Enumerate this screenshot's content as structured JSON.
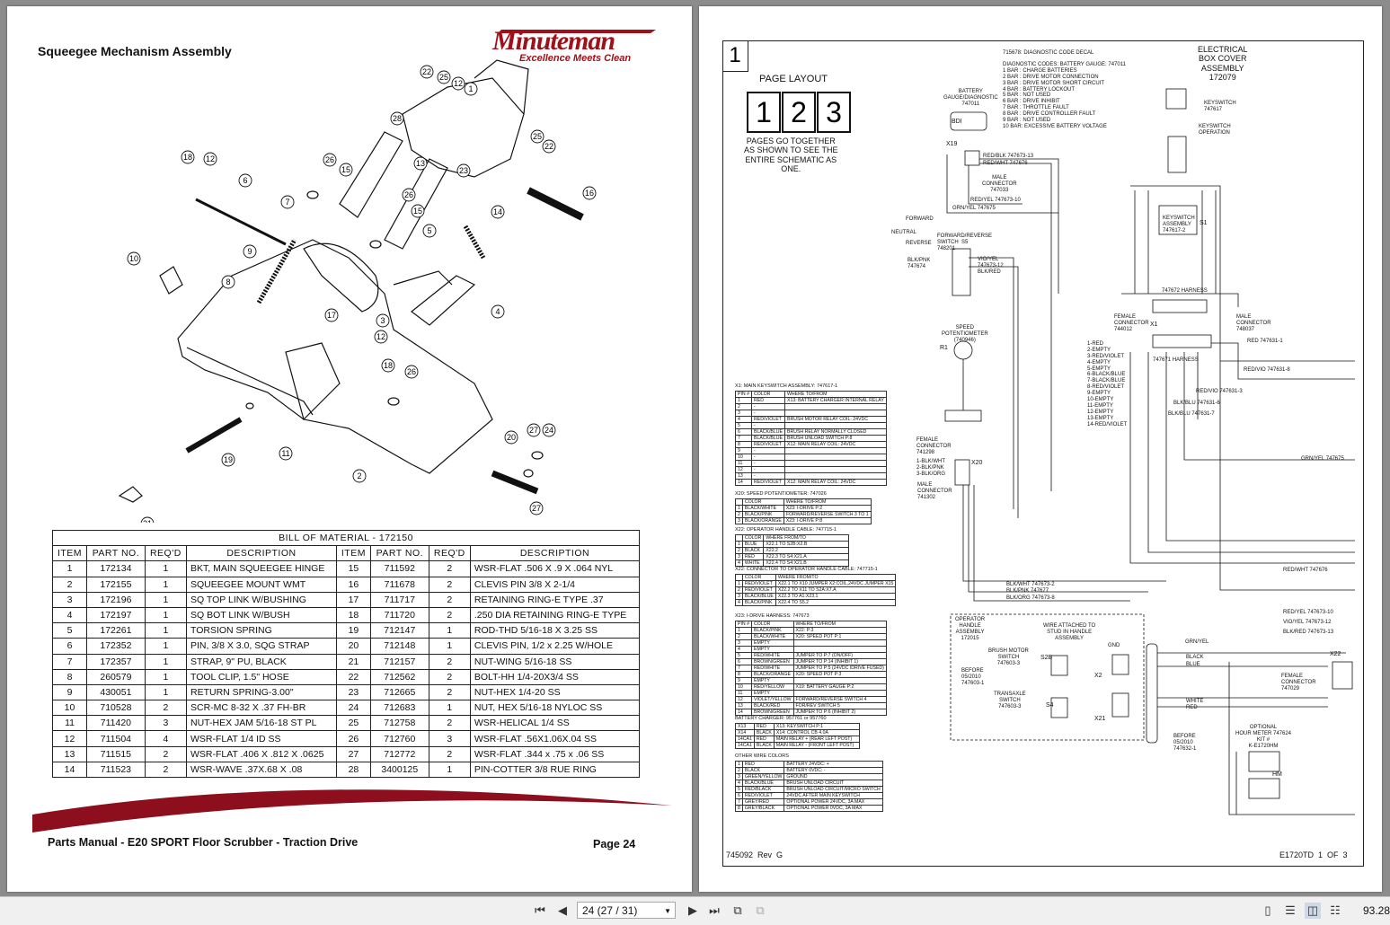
{
  "left_page": {
    "section_title": "Squeegee Mechanism Assembly",
    "logo": {
      "name": "Minuteman",
      "tagline": "Excellence Meets Clean"
    },
    "diagram_callouts": [
      "22",
      "25",
      "12",
      "1",
      "28",
      "13",
      "23",
      "25",
      "22",
      "16",
      "14",
      "26",
      "15",
      "7",
      "15",
      "26",
      "5",
      "18",
      "12",
      "6",
      "9",
      "10",
      "8",
      "17",
      "12",
      "4",
      "18",
      "26",
      "11",
      "19",
      "2",
      "20",
      "27",
      "24",
      "27",
      "21",
      "3"
    ],
    "bom": {
      "title": "BILL OF MATERIAL - 172150",
      "headers": [
        "ITEM",
        "PART NO.",
        "REQ'D",
        "DESCRIPTION",
        "ITEM",
        "PART NO.",
        "REQ'D",
        "DESCRIPTION"
      ],
      "rows": [
        [
          "1",
          "172134",
          "1",
          "BKT, MAIN SQUEEGEE HINGE",
          "15",
          "711592",
          "2",
          "WSR-FLAT .506 X .9 X .064 NYL"
        ],
        [
          "2",
          "172155",
          "1",
          "SQUEEGEE MOUNT WMT",
          "16",
          "711678",
          "2",
          "CLEVIS PIN 3/8 X 2-1/4"
        ],
        [
          "3",
          "172196",
          "1",
          "SQ TOP LINK W/BUSHING",
          "17",
          "711717",
          "2",
          "RETAINING RING-E TYPE .37"
        ],
        [
          "4",
          "172197",
          "1",
          "SQ BOT LINK W/BUSH",
          "18",
          "711720",
          "2",
          ".250 DIA RETAINING RING-E TYPE"
        ],
        [
          "5",
          "172261",
          "1",
          "TORSION SPRING",
          "19",
          "712147",
          "1",
          "ROD-THD 5/16-18 X 3.25 SS"
        ],
        [
          "6",
          "172352",
          "1",
          "PIN, 3/8 X 3.0, SQG STRAP",
          "20",
          "712148",
          "1",
          "CLEVIS PIN, 1/2 x 2.25 W/HOLE"
        ],
        [
          "7",
          "172357",
          "1",
          "STRAP, 9\" PU, BLACK",
          "21",
          "712157",
          "2",
          "NUT-WING 5/16-18 SS"
        ],
        [
          "8",
          "260579",
          "1",
          "TOOL CLIP, 1.5\" HOSE",
          "22",
          "712562",
          "2",
          "BOLT-HH 1/4-20X3/4 SS"
        ],
        [
          "9",
          "430051",
          "1",
          "RETURN SPRING-3.00\"",
          "23",
          "712665",
          "2",
          "NUT-HEX 1/4-20 SS"
        ],
        [
          "10",
          "710528",
          "2",
          "SCR-MC 8-32 X .37 FH-BR",
          "24",
          "712683",
          "1",
          "NUT, HEX 5/16-18 NYLOC SS"
        ],
        [
          "11",
          "711420",
          "3",
          "NUT-HEX JAM 5/16-18 ST PL",
          "25",
          "712758",
          "2",
          "WSR-HELICAL 1/4 SS"
        ],
        [
          "12",
          "711504",
          "4",
          "WSR-FLAT 1/4 ID SS",
          "26",
          "712760",
          "3",
          "WSR-FLAT .56X1.06X.04 SS"
        ],
        [
          "13",
          "711515",
          "2",
          "WSR-FLAT .406 X .812 X .0625",
          "27",
          "712772",
          "2",
          "WSR-FLAT .344 x .75 x .06 SS"
        ],
        [
          "14",
          "711523",
          "2",
          "WSR-WAVE .37X.68 X .08",
          "28",
          "3400125",
          "1",
          "PIN-COTTER 3/8 RUE RING"
        ]
      ]
    },
    "footer_title": "Parts Manual - E20 SPORT Floor Scrubber - Traction Drive",
    "footer_page": "Page 24"
  },
  "right_page": {
    "sheet_number": "1",
    "page_layout_title": "PAGE LAYOUT",
    "page_layout_boxes": [
      "1",
      "2",
      "3"
    ],
    "page_layout_note": "PAGES GO TOGETHER\nAS SHOWN TO SEE THE\nENTIRE SCHEMATIC AS\nONE.",
    "decal_title": "715678: DIAGNOSTIC CODE DECAL",
    "diagnostic_codes": "DIAGNOSTIC CODES: BATTERY GAUGE: 747011\n1 BAR : CHARGE BATTERIES\n2 BAR : DRIVE MOTOR CONNECTION\n3 BAR : DRIVE MOTOR SHORT CIRCUIT\n4 BAR : BATTERY LOCKOUT\n5 BAR : NOT USED\n6 BAR : DRIVE INHIBIT\n7 BAR : THROTTLE FAULT\n8 BAR : DRIVE CONTROLLER FAULT\n9 BAR : NOT USED\n10 BAR: EXCESSIVE BATTERY VOLTAGE",
    "electrical_box": "ELECTRICAL\nBOX COVER\nASSEMBLY\n172079",
    "battery_gauge": "BATTERY\nGAUGE/DIAGNOSTIC\n747011",
    "labels": {
      "bdi": "BDI",
      "x19": "X19",
      "red_blk": "RED/BLK 747673-13",
      "red_wht": "RED/WHT 747676",
      "male_conn_1": "MALE\nCONNECTOR\n747033",
      "red_yel": "RED/YEL 747673-10",
      "grn_yel": "GRN/YEL 747675",
      "keyswitch": "KEYSWITCH\n747617",
      "keyswitch_op": "KEYSWITCH\nOPERATION",
      "forward": "FORWARD",
      "neutral": "NEUTRAL",
      "reverse": "REVERSE",
      "fr_switch": "FORWARD/REVERSE\nSWITCH  S5\n748201",
      "blk_pnk": "BLK/PNK\n747674",
      "vio_yel": "VIO/YEL\n747673-12",
      "blk_red": "BLK/RED",
      "keyswitch_asm": "KEYSWITCH\nASSEMBLY\n747617-2",
      "s1": "S1",
      "harness_747672": "747672 HARNESS",
      "female_conn_x1": "FEMALE\nCONNECTOR\n744012",
      "x1": "X1",
      "male_conn_748037": "MALE\nCONNECTOR\n748037",
      "red_747631_1": "RED 747631-1",
      "harness_747671": "747671 HARNESS",
      "x1_list": "1-RED\n2-EMPTY\n3-RED/VIOLET\n4-EMPTY\n5-EMPTY\n6-BLACK/BLUE\n7-BLACK/BLUE\n8-RED/VIOLET\n9-EMPTY\n10-EMPTY\n11-EMPTY\n12-EMPTY\n13-EMPTY\n14-RED/VIOLET",
      "red_vio_8": "RED/VIO 747631-8",
      "red_vio_3": "RED/VIO 747631-3",
      "blk_blu_6": "BLK/BLU 747631-6",
      "blk_blu_7": "BLK/BLU 747631-7",
      "speed_pot": "SPEED\nPOTENTIOMETER\n(740946)",
      "r1": "R1",
      "female_conn_741298": "FEMALE\nCONNECTOR\n741298",
      "x20_list": "1-BLK/WHT\n2-BLK/PNK\n3-BLK/ORG",
      "x20": "X20",
      "male_conn_741302": "MALE\nCONNECTOR\n741302",
      "grn_yel_747675": "GRN/YEL 747675",
      "red_wht_747676": "RED/WHT 747676",
      "blk_wht_2": "BLK/WHT 747673-2",
      "blk_pnk_747677": "BLK/PNK 747677",
      "blk_org_8": "BLK/ORG 747673-8",
      "red_yel_10": "RED/YEL 747673-10",
      "vio_yel_12": "VIO/YEL 747673-12",
      "blk_red_13": "BLK/RED 747673-13",
      "operator_handle": "OPERATOR\nHANDLE\nASSEMBLY\n172015",
      "wire_attached": "WIRE ATTACHED TO\nSTUD IN HANDLE\nASSEMBLY",
      "gnd": "GND",
      "brush_motor_switch": "BRUSH MOTOR\nSWITCH\n747603-3",
      "s2b": "S2B",
      "before_2010_a": "BEFORE\n05/2010\n747603-1",
      "transaxle": "TRANSAXLE\nSWITCH\n747603-3",
      "s4": "S4",
      "x2": "X2",
      "x21": "X21",
      "grn_yel_s": "GRN/YEL",
      "black": "BLACK",
      "blue": "BLUE",
      "white": "WHITE",
      "red": "RED",
      "x22": "X22",
      "female_conn_747029": "FEMALE\nCONNECTOR\n747029",
      "before_2010_b": "BEFORE\n05/2010\n747632-1",
      "hour_meter": "OPTIONAL\nHOUR METER 747624\nKIT #\nK-E1720HM",
      "hm": "HM",
      "doc_number": "745092  Rev  G",
      "sheet_ref": "E1720TD  1  OF  3"
    },
    "tables": [
      {
        "title": "X1: MAIN KEYSWITCH ASSEMBLY: 747617-1",
        "header": [
          "PIN #",
          "COLOR",
          "WHERE TO/FROM"
        ],
        "rows": [
          [
            "1",
            "RED",
            "X13: BATTERY CHARGER INTERNAL RELAY"
          ],
          [
            "2",
            "-",
            ""
          ],
          [
            "3",
            "-",
            ""
          ],
          [
            "4",
            "RED/VIOLET",
            "BRUSH MOTOR RELAY COIL: 24VDC"
          ],
          [
            "5",
            "-",
            ""
          ],
          [
            "6",
            "BLACK/BLUE",
            "BRUSH RELAY NORMALLY CLOSED"
          ],
          [
            "7",
            "BLACK/BLUE",
            "BRUSH UNLOAD SWITCH P:8"
          ],
          [
            "8",
            "RED/VIOLET",
            "X12: MAIN RELAY COIL: 24VDC"
          ],
          [
            "9",
            "-",
            ""
          ],
          [
            "10",
            "-",
            ""
          ],
          [
            "11",
            "-",
            ""
          ],
          [
            "12",
            "-",
            ""
          ],
          [
            "13",
            "-",
            ""
          ],
          [
            "14",
            "RED/VIOLET",
            "X12: MAIN RELAY COIL: 24VDC"
          ]
        ]
      },
      {
        "title": "X20: SPEED POTENTIOMETER: 747026",
        "header": [
          "",
          "COLOR",
          "WHERE TO/FROM"
        ],
        "rows": [
          [
            "1",
            "BLACK/WHITE",
            "X23: I-DRIVE P:2"
          ],
          [
            "2",
            "BLACK/PINK",
            "FORWARD/REVERSE SWITCH 3 TO 1"
          ],
          [
            "3",
            "BLACK/ORANGE",
            "X23: I-DRIVE P:8"
          ]
        ]
      },
      {
        "title": "X22: OPERATOR HANDLE CABLE: 747715-1",
        "header": [
          "",
          "COLOR",
          "WHERE FROM/TO"
        ],
        "rows": [
          [
            "1",
            "BLUE",
            "X22.1 TO S2B:X2.B"
          ],
          [
            "2",
            "BLACK",
            "X22.2"
          ],
          [
            "3",
            "RED",
            "X22.3 TO S4:X21.A"
          ],
          [
            "4",
            "WHITE",
            "X22.4 TO S4:X21.B"
          ]
        ]
      },
      {
        "title": "X22: CONNECTOR TO OPERATOR HANDLE CABLE: 747715-1",
        "header": [
          "",
          "COLOR",
          "WHERE FROM/TO"
        ],
        "rows": [
          [
            "1",
            "RED/VIOLET",
            "X22.1 TO X10 JUMPER X2:COIL,24VDC JUMPER X15"
          ],
          [
            "2",
            "RED/VIOLET",
            "X22.2 TO X11 TO S2A:X7.A"
          ],
          [
            "3",
            "BLACK/BLUE",
            "X22.3 TO A1:X23.1"
          ],
          [
            "4",
            "BLACK/PINK",
            "X22.4 TO S5.2"
          ]
        ]
      },
      {
        "title": "X23: I-DRIVE HARNESS: 747673",
        "header": [
          "PIN #",
          "COLOR",
          "WHERE TO/FROM"
        ],
        "rows": [
          [
            "1",
            "BLACK/PINK",
            "X22: P:3"
          ],
          [
            "2",
            "BLACK/WHITE",
            "X20: SPEED POT P:1"
          ],
          [
            "3",
            "EMPTY",
            ""
          ],
          [
            "4",
            "EMPTY",
            ""
          ],
          [
            "5",
            "RED/WHITE",
            "JUMPER TO P:7 (ON/OFF)"
          ],
          [
            "6",
            "BROWN/GREEN",
            "JUMPER TO P:14 (INHIBIT 1)"
          ],
          [
            "7",
            "RED/WHITE",
            "JUMPER TO P:5 (24VDC IDRIVE FUSED)"
          ],
          [
            "8",
            "BLACK/ORANGE",
            "X20: SPEED POT P:3"
          ],
          [
            "9",
            "EMPTY",
            ""
          ],
          [
            "10",
            "RED/YELLOW",
            "X19: BATTERY GAUGE P:2"
          ],
          [
            "11",
            "EMPTY",
            ""
          ],
          [
            "12",
            "VIOLET/YELLOW",
            "FORWARD/REVERSE SWITCH 4"
          ],
          [
            "13",
            "BLACK/RED",
            "FOR/REV SWITCH 5"
          ],
          [
            "14",
            "BROWN/GREEN",
            "JUMPER TO P:6 (INHIBIT 2)"
          ]
        ]
      },
      {
        "title": "BATTERY CHARGER: 957761 or 957760",
        "header": [],
        "rows": [
          [
            "X13",
            "RED",
            "X13: KEYSWITCH P:1"
          ],
          [
            "X14",
            "BLACK",
            "X14: CONTROL CB 4.0A"
          ],
          [
            "14CA1",
            "RED",
            "MAIN RELAY + (REAR LEFT POST)"
          ],
          [
            "14CA1",
            "BLACK",
            "MAIN RELAY - (FRONT LEFT POST)"
          ]
        ]
      },
      {
        "title": "OTHER WIRE COLORS",
        "header": [],
        "rows": [
          [
            "1",
            "RED",
            "BATTERY 24VDC: +"
          ],
          [
            "2",
            "BLACK",
            "BATTERY 0VDC: -"
          ],
          [
            "3",
            "GREEN/YELLOW",
            "GROUND"
          ],
          [
            "4",
            "BLACK/BLUE",
            "BRUSH UNLOAD CIRCUIT"
          ],
          [
            "5",
            "RED/BLACK",
            "BRUSH UNLOAD CIRCUIT/MICRO SWITCH"
          ],
          [
            "6",
            "RED/VIOLET",
            "24VDC AFTER MAIN KEYSWITCH"
          ],
          [
            "7",
            "GREY/RED",
            "OPTIONAL POWER 24VDC, 3A MAX"
          ],
          [
            "8",
            "GREY/BLACK",
            "OPTIONAL POWER 0VDC, 3A MAX"
          ]
        ]
      }
    ]
  },
  "toolbar": {
    "page_value": "24 (27 / 31)",
    "zoom": "93.28"
  }
}
